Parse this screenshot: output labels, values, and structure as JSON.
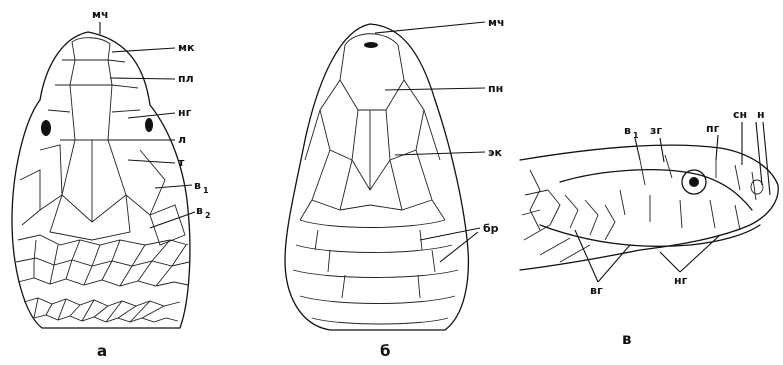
{
  "figure": {
    "panels": [
      {
        "letter": "а",
        "view": "dorsal",
        "labels": [
          {
            "text": "мч",
            "sub": ""
          },
          {
            "text": "мк",
            "sub": ""
          },
          {
            "text": "пл",
            "sub": ""
          },
          {
            "text": "нг",
            "sub": ""
          },
          {
            "text": "л",
            "sub": ""
          },
          {
            "text": "т",
            "sub": ""
          },
          {
            "text": "в",
            "sub": "1"
          },
          {
            "text": "в",
            "sub": "2"
          }
        ]
      },
      {
        "letter": "б",
        "view": "ventral",
        "labels": [
          {
            "text": "мч",
            "sub": ""
          },
          {
            "text": "пн",
            "sub": ""
          },
          {
            "text": "эк",
            "sub": ""
          },
          {
            "text": "бр",
            "sub": ""
          }
        ]
      },
      {
        "letter": "в",
        "view": "lateral",
        "labels": [
          {
            "text": "в",
            "sub": "1"
          },
          {
            "text": "зг",
            "sub": ""
          },
          {
            "text": "пг",
            "sub": ""
          },
          {
            "text": "сн",
            "sub": ""
          },
          {
            "text": "н",
            "sub": ""
          },
          {
            "text": "вг",
            "sub": ""
          },
          {
            "text": "нг",
            "sub": ""
          }
        ]
      }
    ]
  }
}
